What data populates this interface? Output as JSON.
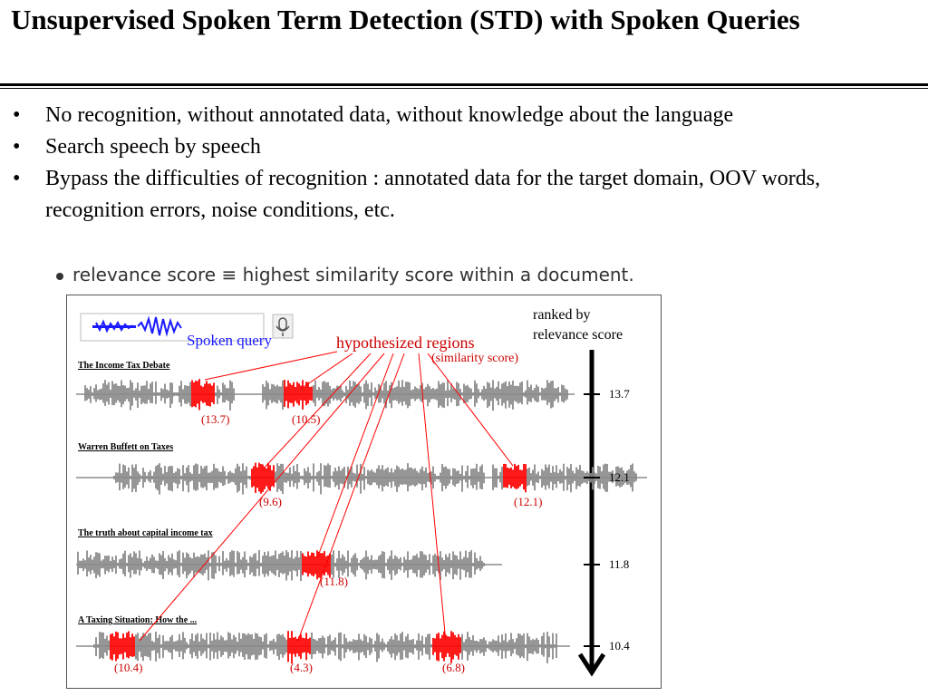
{
  "slide": {
    "title": "Unsupervised Spoken Term Detection (STD) with Spoken Queries",
    "bullets": [
      "No recognition, without annotated data, without knowledge about the language",
      "Search speech by speech",
      "Bypass the difficulties of recognition : annotated data for the target domain, OOV words, recognition errors, noise conditions, etc."
    ],
    "sub_bullet": "relevance score ≡ highest similarity score within a document."
  },
  "figure": {
    "query_label": "Spoken query",
    "regions_label": "hypothesized regions",
    "similarity_label": "(similarity score)",
    "ranked_label_1": "ranked by",
    "ranked_label_2": "relevance score",
    "colors": {
      "waveform": "#8a8a8a",
      "highlight": "#ff0000",
      "query": "#1a1aff",
      "label": "#cc0000"
    },
    "documents": [
      {
        "title": "The Income Tax Debate",
        "score": "13.7",
        "regions": [
          "(13.7)",
          "(10.5)"
        ]
      },
      {
        "title": "Warren Buffett on Taxes",
        "score": "12.1",
        "regions": [
          "(9.6)",
          "(12.1)"
        ]
      },
      {
        "title": "The truth about capital income tax",
        "score": "11.8",
        "regions": [
          "(11.8)"
        ]
      },
      {
        "title": "A Taxing Situation: How the ...",
        "score": "10.4",
        "regions": [
          "(10.4)",
          "(4.3)",
          "(6.8)"
        ]
      }
    ]
  }
}
